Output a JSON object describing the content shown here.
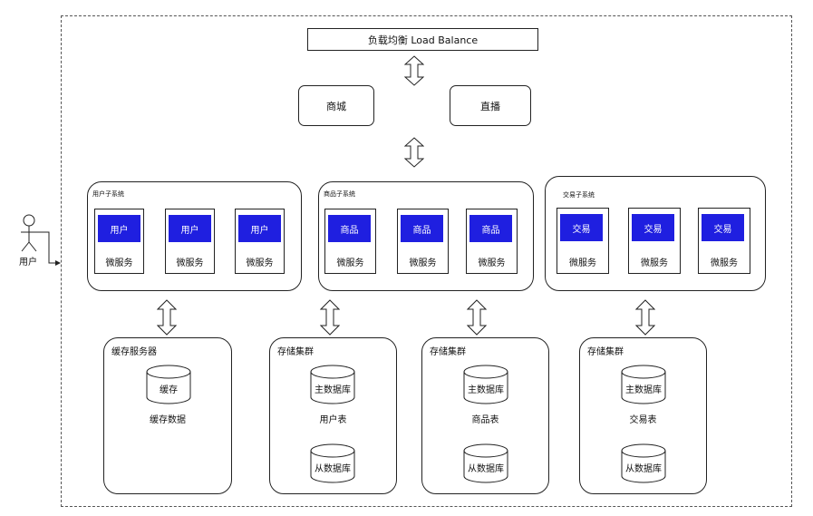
{
  "load_balance": "负载均衡 Load Balance",
  "portals": [
    "商城",
    "直播"
  ],
  "subsystems": [
    {
      "label": "用户子系统",
      "service_name": "用户",
      "service_label": "微服务"
    },
    {
      "label": "商品子系统",
      "service_name": "商品",
      "service_label": "微服务"
    },
    {
      "label": "交易子系统",
      "service_name": "交易",
      "service_label": "微服务"
    }
  ],
  "cache": {
    "title": "缓存服务器",
    "db": "缓存",
    "caption": "缓存数据"
  },
  "storage": [
    {
      "title": "存储集群",
      "master": "主数据库",
      "table": "用户表",
      "slave": "从数据库"
    },
    {
      "title": "存储集群",
      "master": "主数据库",
      "table": "商品表",
      "slave": "从数据库"
    },
    {
      "title": "存储集群",
      "master": "主数据库",
      "table": "交易表",
      "slave": "从数据库"
    }
  ],
  "actor": "用户",
  "colors": {
    "service_fill": "#1f1fe0",
    "line": "#222222"
  }
}
